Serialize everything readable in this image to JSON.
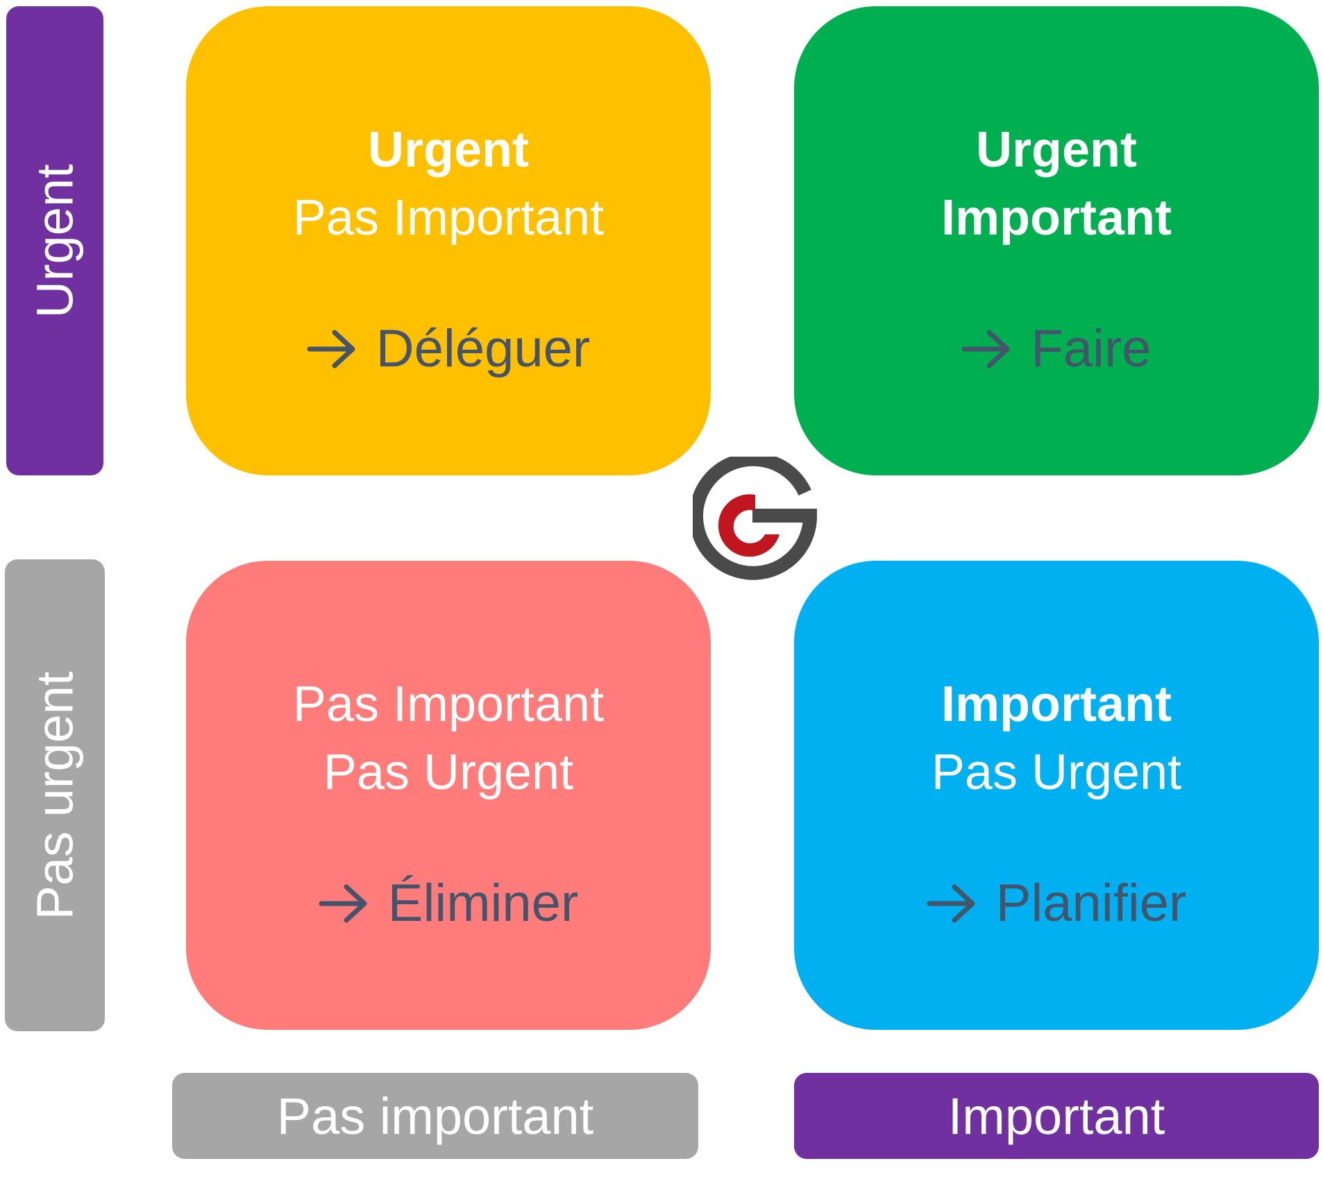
{
  "colors": {
    "purple": "#7030a0",
    "gray": "#a6a6a6",
    "yellow": "#ffc000",
    "green": "#00b050",
    "salmon": "#ff7c7a",
    "blue": "#00b0f0",
    "action_text": "#44546a",
    "logo_dark": "#4a4a4a",
    "logo_red": "#c0161f"
  },
  "axes": {
    "top_left_label": "Urgent",
    "bottom_left_label": "Pas urgent",
    "bottom_left_column_label": "Pas important",
    "bottom_right_column_label": "Important"
  },
  "quadrants": {
    "top_left": {
      "line1": "Urgent",
      "line2": "Pas Important",
      "action": "Déléguer"
    },
    "top_right": {
      "line1": "Urgent",
      "line2": "Important",
      "action": "Faire"
    },
    "bottom_left": {
      "line1": "Pas Important",
      "line2": "Pas Urgent",
      "action": "Éliminer"
    },
    "bottom_right": {
      "line1": "Important",
      "line2": "Pas Urgent",
      "action": "Planifier"
    }
  },
  "icons": {
    "arrow": "arrow-right-icon",
    "logo": "g-logo-icon"
  }
}
